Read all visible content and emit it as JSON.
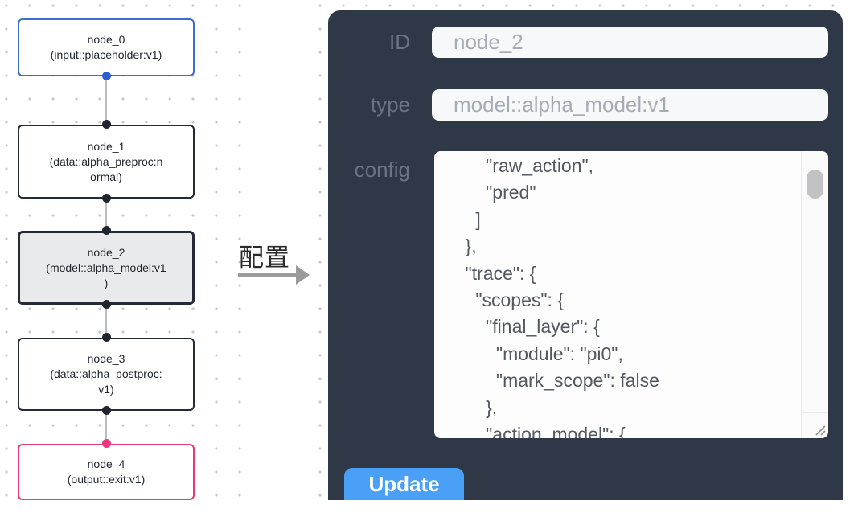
{
  "colors": {
    "panel_background": "#2e3847",
    "node_default_border": "#252a37",
    "node_input_border": "#3d6ecc",
    "node_output_border": "#ea3a77",
    "node_selected_fill": "#e9eaec",
    "port_input": "#2d5fd0",
    "port_default": "#20242e",
    "port_output": "#f1367c",
    "update_button": "#4a9ff7",
    "arrow": "#9b9b9b"
  },
  "canvas": {
    "nodes": [
      {
        "id": "node_0",
        "lines": [
          "node_0",
          "(input::placeholder:v1)"
        ]
      },
      {
        "id": "node_1",
        "lines": [
          "node_1",
          "(data::alpha_preproc:n",
          "ormal)"
        ]
      },
      {
        "id": "node_2",
        "lines": [
          "node_2",
          "(model::alpha_model:v1",
          ")"
        ],
        "selected": true
      },
      {
        "id": "node_3",
        "lines": [
          "node_3",
          "(data::alpha_postproc:",
          "v1)"
        ]
      },
      {
        "id": "node_4",
        "lines": [
          "node_4",
          "(output::exit:v1)"
        ]
      }
    ]
  },
  "transition": {
    "caption": "配置"
  },
  "panel": {
    "fields": [
      {
        "label": "ID",
        "value": "node_2"
      },
      {
        "label": "type",
        "value": "model::alpha_model:v1"
      }
    ],
    "config": {
      "label": "config",
      "text": "        \"raw_action\",\n        \"pred\"\n      ]\n    },\n    \"trace\": {\n      \"scopes\": {\n        \"final_layer\": {\n          \"module\": \"pi0\",\n          \"mark_scope\": false\n        },\n        \"action_model\": {"
    },
    "update_button": {
      "label": "Update"
    }
  }
}
